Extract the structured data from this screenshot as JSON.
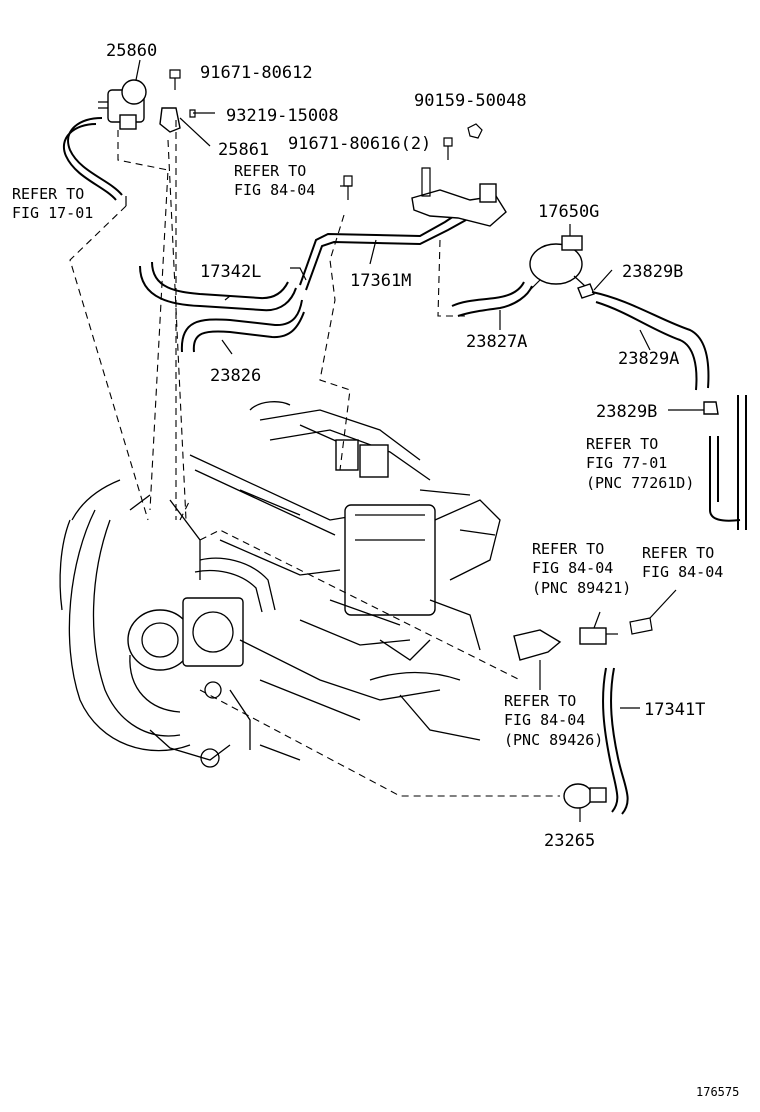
{
  "labels": {
    "p25860": "25860",
    "p91671_80612": "91671-80612",
    "p93219_15008": "93219-15008",
    "p25861": "25861",
    "p90159_50048": "90159-50048",
    "p91671_80616": "91671-80616(2)",
    "p17650G": "17650G",
    "p17342L": "17342L",
    "p17361M": "17361M",
    "p23829B_top": "23829B",
    "p23827A": "23827A",
    "p23826": "23826",
    "p23829A": "23829A",
    "p23829B_mid": "23829B",
    "p17341T": "17341T",
    "p23265": "23265",
    "diagram_id": "176575"
  },
  "refs": {
    "fig1701": {
      "line1": "REFER TO",
      "line2": "FIG 17-01"
    },
    "fig8404_top": {
      "line1": "REFER TO",
      "line2": "FIG 84-04"
    },
    "fig7701": {
      "line1": "REFER TO",
      "line2": "FIG 77-01",
      "line3": "(PNC 77261D)"
    },
    "fig8404_pnc89421": {
      "line1": "REFER TO",
      "line2": "FIG 84-04",
      "line3": "(PNC 89421)"
    },
    "fig8404_right": {
      "line1": "REFER TO",
      "line2": "FIG 84-04"
    },
    "fig8404_pnc89426": {
      "line1": "REFER TO",
      "line2": "FIG 84-04",
      "line3": "(PNC 89426)"
    }
  }
}
